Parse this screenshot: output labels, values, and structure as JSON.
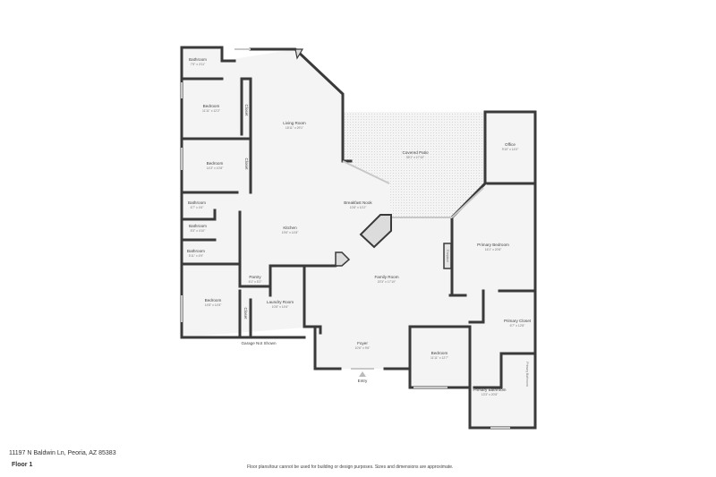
{
  "rooms": [
    {
      "name": "Bathroom",
      "dim": "7'5\" x 3'11\""
    },
    {
      "name": "Bedroom",
      "dim": "11'11\" x 12'2\""
    },
    {
      "name": "Closet",
      "dim": ""
    },
    {
      "name": "Bedroom",
      "dim": "14'3\" x 10'8\""
    },
    {
      "name": "Closet",
      "dim": ""
    },
    {
      "name": "Living Room",
      "dim": "18'11\" x 29'1\""
    },
    {
      "name": "Covered Patio",
      "dim": "35'1\" x 17'10\""
    },
    {
      "name": "Office",
      "dim": "9'10\" x 14'0\""
    },
    {
      "name": "Breakfast Nook",
      "dim": "10'8\" x 10'2\""
    },
    {
      "name": "Kitchen",
      "dim": "19'6\" x 14'8\""
    },
    {
      "name": "Bathroom",
      "dim": "6'7\" x 4'6\""
    },
    {
      "name": "Bathroom",
      "dim": "8'3\" x 4'10\""
    },
    {
      "name": "Bathroom",
      "dim": "5'11\" x 4'9\""
    },
    {
      "name": "Primary Bedroom",
      "dim": "16'1\" x 20'8\""
    },
    {
      "name": "Fireplace",
      "dim": ""
    },
    {
      "name": "Family Room",
      "dim": "20'3\" x 17'10\""
    },
    {
      "name": "Pantry",
      "dim": "6'1\" x 5'2\""
    },
    {
      "name": "Laundry Room",
      "dim": "10'8\" x 14'6\""
    },
    {
      "name": "Bedroom",
      "dim": "14'8\" x 14'8\""
    },
    {
      "name": "Closet",
      "dim": ""
    },
    {
      "name": "Foyer",
      "dim": "10'6\" x 9'6\""
    },
    {
      "name": "Bedroom",
      "dim": "11'11\" x 12'7\""
    },
    {
      "name": "Primary Closet",
      "dim": "6'7\" x 12'8\""
    },
    {
      "name": "Primary Bathroom",
      "dim": ""
    },
    {
      "name": "Primary Bathroom",
      "dim": "13'3\" x 20'8\""
    }
  ],
  "labels": {
    "garage": "Garage Not Shown",
    "entry": "Entry"
  },
  "footer": {
    "address": "11197 N Baldwin Ln, Peoria, AZ 85383",
    "floor": "Floor 1",
    "disclaimer": "Floor plans/tour cannot be used for building or design purposes. Sizes and dimensions are approximate."
  },
  "colors": {
    "wall": "#3a3a3a",
    "floor": "#f4f4f4",
    "window": "#c8c8c8"
  }
}
